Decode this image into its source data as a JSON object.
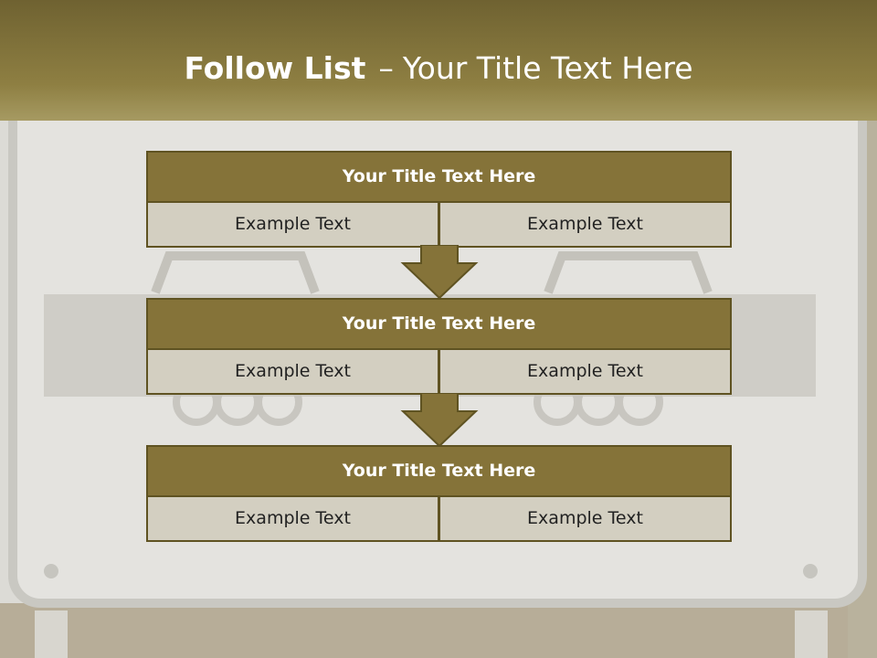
{
  "slide": {
    "title_bold": "Follow List",
    "title_sep": "–",
    "title_rest": "Your Title Text Here"
  },
  "blocks": [
    {
      "title": "Your Title Text Here",
      "left": "Example Text",
      "right": "Example Text"
    },
    {
      "title": "Your Title Text Here",
      "left": "Example Text",
      "right": "Example Text"
    },
    {
      "title": "Your Title Text Here",
      "left": "Example Text",
      "right": "Example Text"
    }
  ],
  "colors": {
    "header": "#8e7f42",
    "block_title": "#857339",
    "block_cell": "#d3cfc1",
    "arrow": "#857339"
  }
}
